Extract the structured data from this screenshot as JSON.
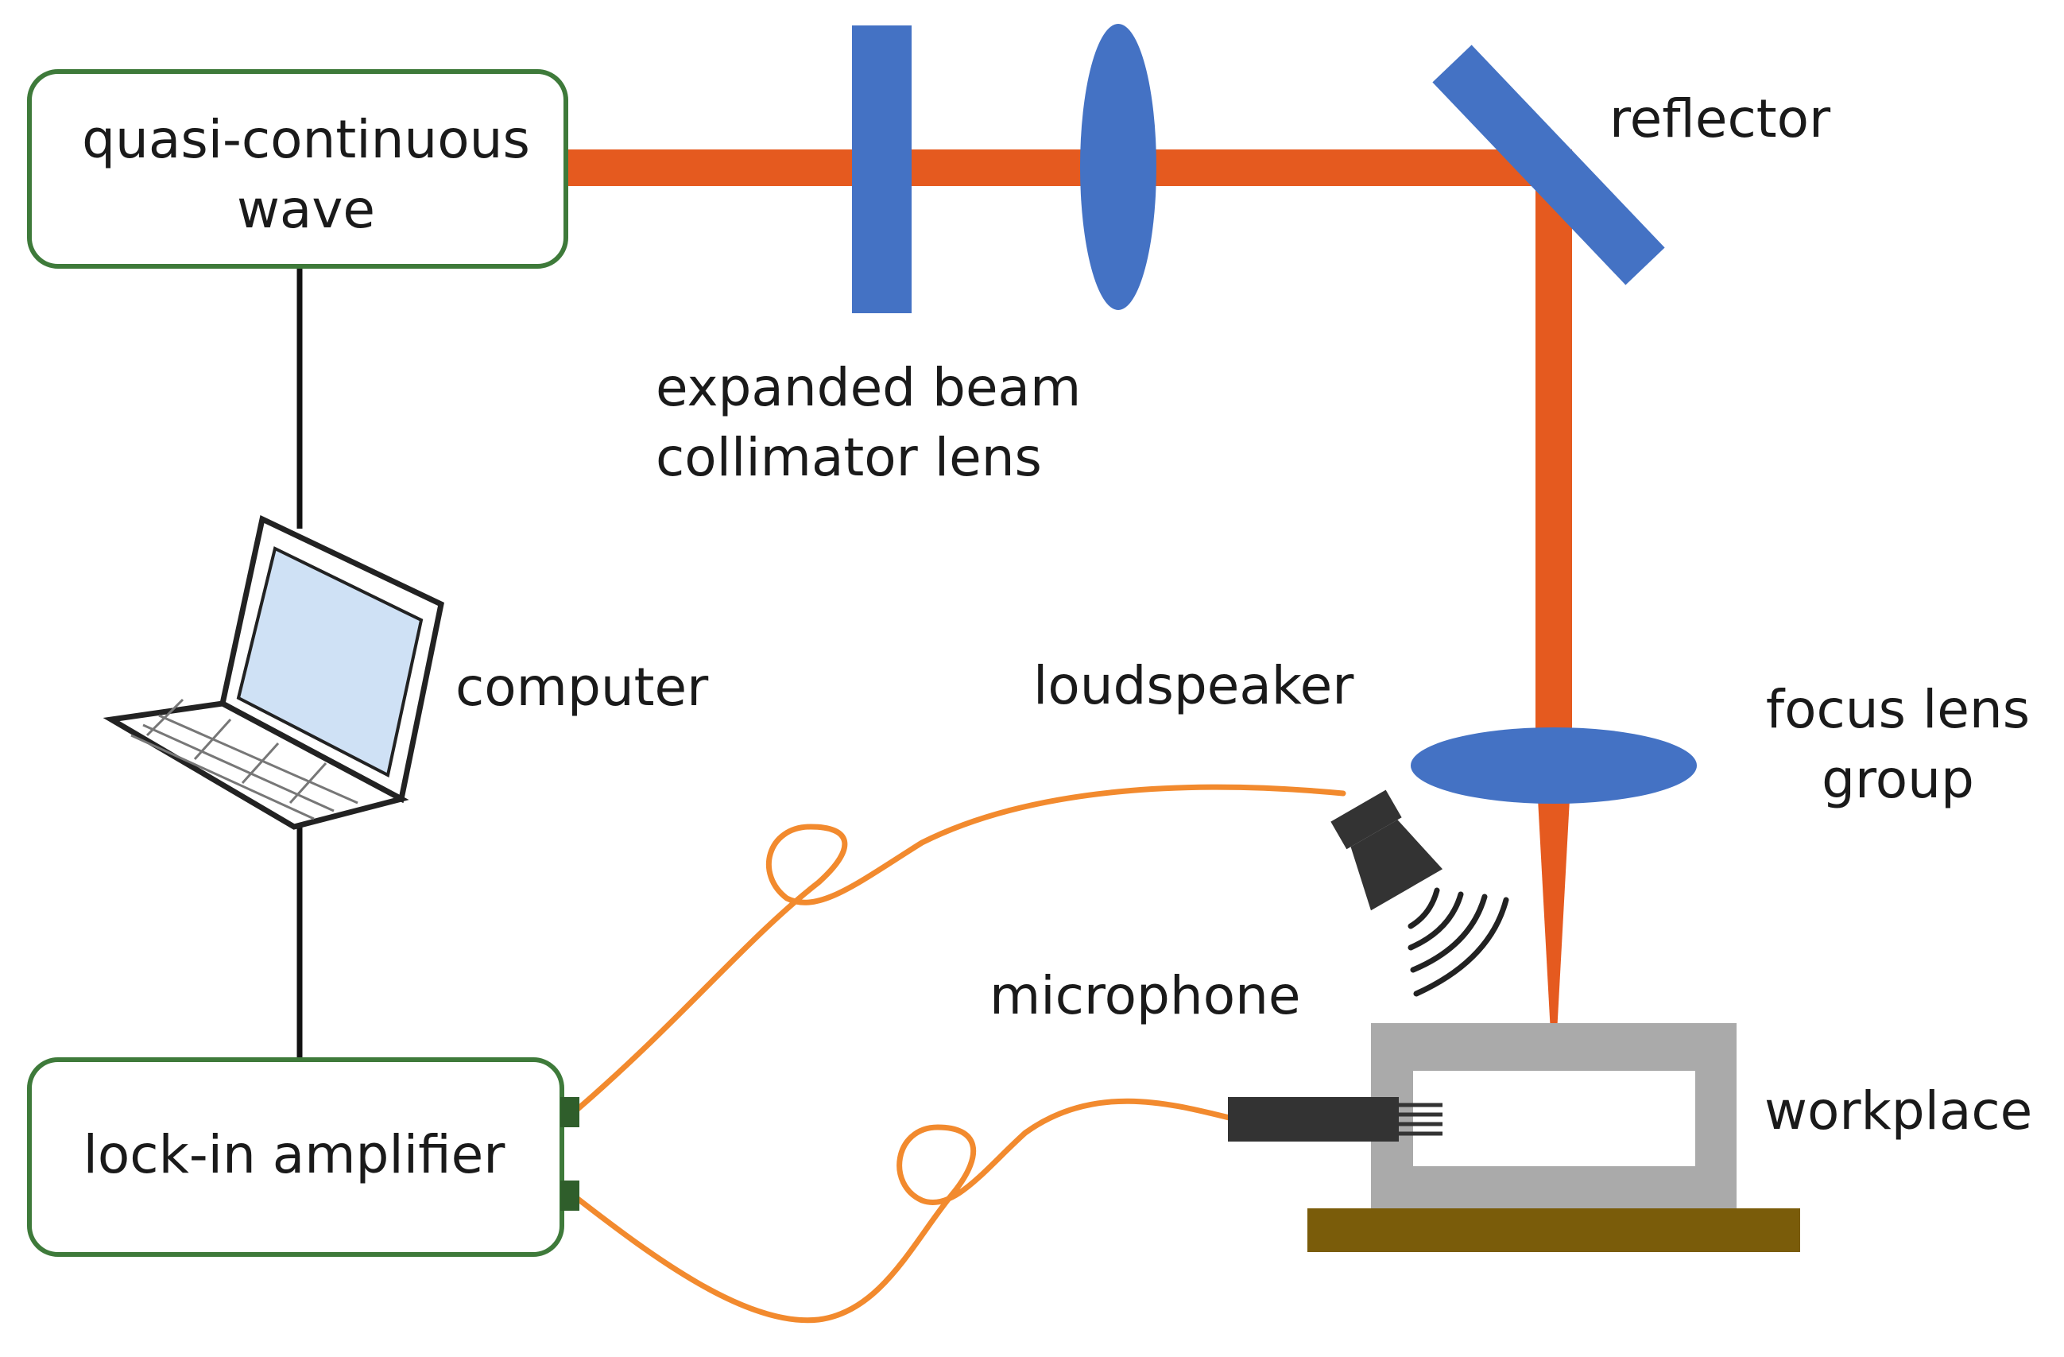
{
  "labels": {
    "laser_line1": "quasi-continuous",
    "laser_line2": "wave",
    "collimator_line1": "expanded beam",
    "collimator_line2": "collimator lens",
    "reflector": "reflector",
    "computer": "computer",
    "loudspeaker": "loudspeaker",
    "focus_line1": "focus lens",
    "focus_line2": "group",
    "microphone": "microphone",
    "workplace": "workplace",
    "amplifier": "lock-in amplifier"
  },
  "colors": {
    "laser_beam": "#e55a1f",
    "optics": "#4472c4",
    "cable": "#f28a2e",
    "box_border": "#3e7a3a",
    "connector": "#2f5e2b",
    "workpiece_frame": "#aaaaaa",
    "base": "#7a5c0a",
    "device": "#333333",
    "wire": "#111111"
  },
  "icons": [
    "laptop-icon",
    "loudspeaker-icon",
    "microphone-icon",
    "sound-wave-icon"
  ]
}
